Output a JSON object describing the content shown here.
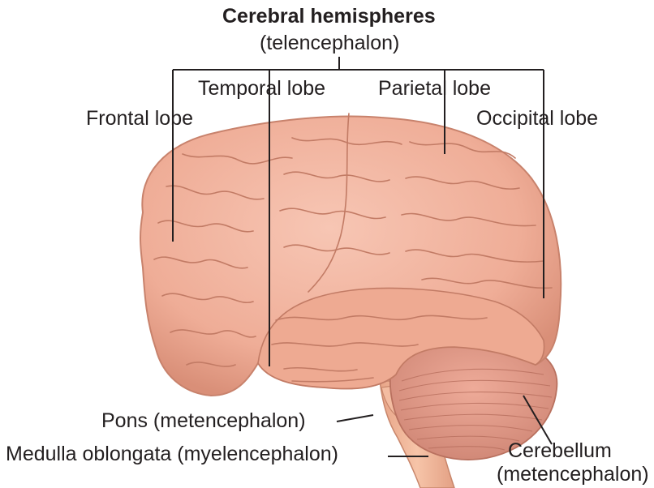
{
  "header": {
    "title": "Cerebral hemispheres",
    "subtitle": "(telencephalon)"
  },
  "labels": {
    "temporal": "Temporal lobe",
    "parietal": "Parietal lobe",
    "frontal": "Frontal lobe",
    "occipital": "Occipital lobe",
    "pons": "Pons (metencephalon)",
    "medulla": "Medulla oblongata (myelencephalon)",
    "cerebellum_1": "Cerebellum",
    "cerebellum_2": "(metencephalon)"
  },
  "colors": {
    "cerebrum": "#f2b39e",
    "cerebrum_dark": "#c97f6a",
    "cerebellum": "#e59b8a",
    "brainstem": "#f0b597",
    "lines": "#231f20",
    "text": "#231f20"
  }
}
